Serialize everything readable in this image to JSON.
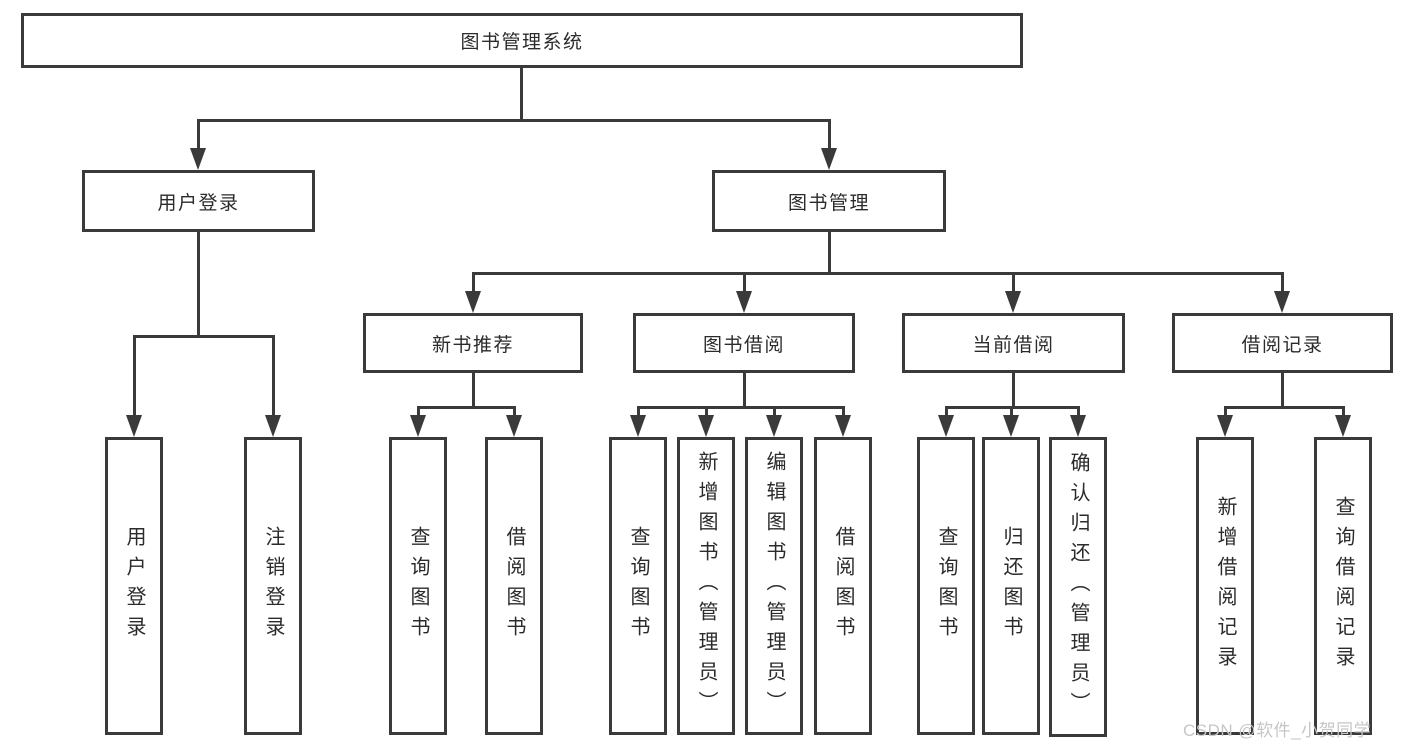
{
  "root": {
    "label": "图书管理系统"
  },
  "level2": [
    {
      "label": "用户登录"
    },
    {
      "label": "图书管理"
    }
  ],
  "level3": [
    {
      "label": "新书推荐"
    },
    {
      "label": "图书借阅"
    },
    {
      "label": "当前借阅"
    },
    {
      "label": "借阅记录"
    }
  ],
  "leaves": {
    "user_login": [
      {
        "label": "用户登录"
      },
      {
        "label": "注销登录"
      }
    ],
    "new_book_recommend": [
      {
        "label": "查询图书"
      },
      {
        "label": "借阅图书"
      }
    ],
    "book_borrow": [
      {
        "label": "查询图书"
      },
      {
        "label": "新增图书（管理员）"
      },
      {
        "label": "编辑图书（管理员）"
      },
      {
        "label": "借阅图书"
      }
    ],
    "current_borrow": [
      {
        "label": "查询图书"
      },
      {
        "label": "归还图书"
      },
      {
        "label": "确认归还（管理员）"
      }
    ],
    "borrow_record": [
      {
        "label": "新增借阅记录"
      },
      {
        "label": "查询借阅记录"
      }
    ]
  },
  "watermark": "CSDN @软件_小贺同学",
  "colors": {
    "line": "#3a3a3a",
    "text": "#2b2b2b",
    "background": "#ffffff",
    "watermark": "#c6c6c6"
  }
}
